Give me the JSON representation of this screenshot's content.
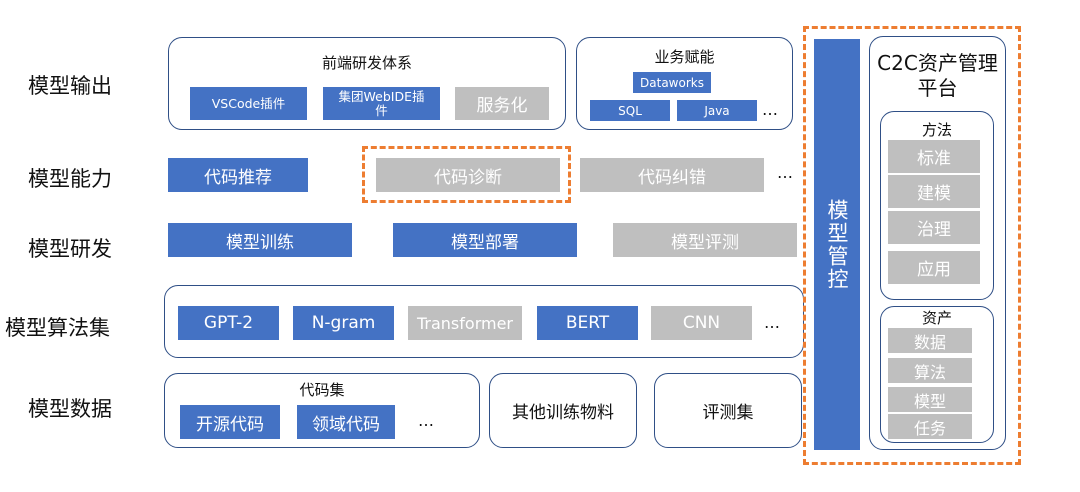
{
  "rows": {
    "output": "模型输出",
    "capability": "模型能力",
    "development": "模型研发",
    "algorithms": "模型算法集",
    "data": "模型数据"
  },
  "frontend": {
    "title": "前端研发体系",
    "items": [
      "VSCode插件",
      "集团WebIDE插件",
      "服务化"
    ]
  },
  "business": {
    "title": "业务赋能",
    "items": [
      "Dataworks",
      "SQL",
      "Java"
    ],
    "more": "…"
  },
  "capability_items": [
    "代码推荐",
    "代码诊断",
    "代码纠错"
  ],
  "capability_more": "…",
  "development_items": [
    "模型训练",
    "模型部署",
    "模型评测"
  ],
  "algorithm_items": [
    "GPT-2",
    "N-gram",
    "Transformer",
    "BERT",
    "CNN"
  ],
  "algorithm_more": "…",
  "code_set": {
    "title": "代码集",
    "items": [
      "开源代码",
      "领域代码"
    ],
    "more": "…"
  },
  "other_training": "其他训练物料",
  "eval_set": "评测集",
  "model_control": "模型管控",
  "c2c": {
    "title": "C2C资产管理平台",
    "methods": {
      "title": "方法",
      "items": [
        "标准",
        "建模",
        "治理",
        "应用"
      ]
    },
    "assets": {
      "title": "资产",
      "items": [
        "数据",
        "算法",
        "模型",
        "任务"
      ]
    }
  },
  "colors": {
    "blue": "#4472c4",
    "gray": "#bfbfbf",
    "border": "#2f4f86",
    "dash": "#ed7d31"
  }
}
